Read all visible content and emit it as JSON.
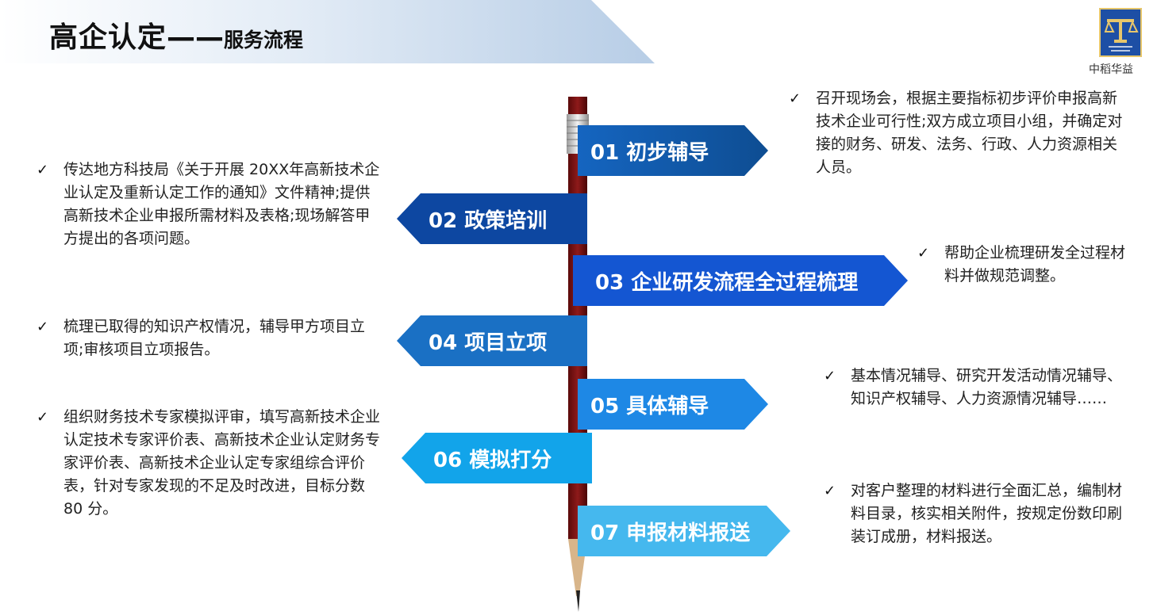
{
  "header": {
    "title_main": "高企认定",
    "title_dash": "——",
    "title_sub": "服务流程",
    "logo_text": "中稻华益"
  },
  "steps": [
    {
      "label": "01 初步辅导",
      "color": "#0e5aa8"
    },
    {
      "label": "02 政策培训",
      "color": "#0d47a1"
    },
    {
      "label": "03 企业研发流程全过程梳理",
      "color": "#1456d2"
    },
    {
      "label": "04 项目立项",
      "color": "#1a70c4"
    },
    {
      "label": "05 具体辅导",
      "color": "#1e88e5"
    },
    {
      "label": "06 模拟打分",
      "color": "#12a4ea"
    },
    {
      "label": "07 申报材料报送",
      "color": "#45b8ee"
    }
  ],
  "notes": [
    {
      "check": "✓",
      "text": "召开现场会，根据主要指标初步评价申报高新技术企业可行性;双方成立项目小组，并确定对接的财务、研发、法务、行政、人力资源相关人员。"
    },
    {
      "check": "✓",
      "text": "传达地方科技局《关于开展 20XX年高新技术企业认定及重新认定工作的通知》文件精神;提供高新技术企业申报所需材料及表格;现场解答甲方提出的各项问题。"
    },
    {
      "check": "✓",
      "text": "帮助企业梳理研发全过程材料并做规范调整。"
    },
    {
      "check": "✓",
      "text": "梳理已取得的知识产权情况，辅导甲方项目立项;审核项目立项报告。"
    },
    {
      "check": "✓",
      "text": "基本情况辅导、研究开发活动情况辅导、知识产权辅导、人力资源情况辅导……"
    },
    {
      "check": "✓",
      "text": "组织财务技术专家模拟评审，填写高新技术企业认定技术专家评价表、高新技术企业认定财务专家评价表、高新技术企业认定专家组综合评价表，针对专家发现的不足及时改进，目标分数 80 分。"
    },
    {
      "check": "✓",
      "text": "对客户整理的材料进行全面汇总，编制材料目录，核实相关附件，按规定份数印刷装订成册，材料报送。"
    }
  ]
}
